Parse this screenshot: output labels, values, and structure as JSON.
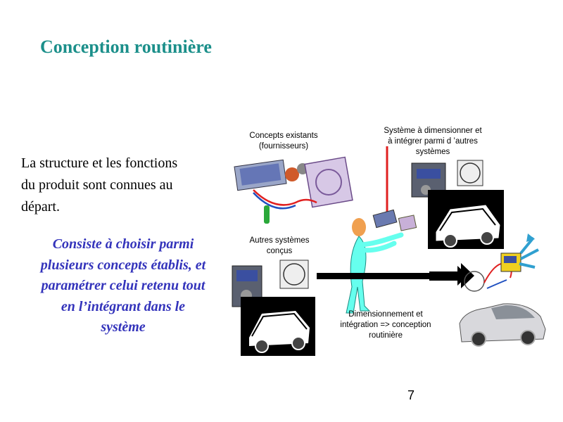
{
  "slide": {
    "title": "Conception routinière",
    "body_lines": [
      "La structure et les fonctions",
      "du produit sont connues au",
      "départ."
    ],
    "emphasis_lines": [
      "Consiste à choisir parmi",
      "plusieurs concepts établis, et",
      "paramétrer celui retenu tout",
      "en l’intégrant dans le",
      "système"
    ],
    "page_number": "7"
  },
  "diagram": {
    "label_concepts": [
      "Concepts existants",
      "(fournisseurs)"
    ],
    "label_system": [
      "Système à dimensionner et",
      "à intégrer parmi d ’autres",
      "systèmes"
    ],
    "label_other": [
      "Autres systèmes",
      "conçus"
    ],
    "label_result": [
      "Dimensionnement et",
      "intégration => conception",
      "routinière"
    ]
  },
  "colors": {
    "title": "#1b8f8a",
    "emphasis": "#3333bb",
    "figure": "#66ffee",
    "red_line": "#e02020"
  }
}
